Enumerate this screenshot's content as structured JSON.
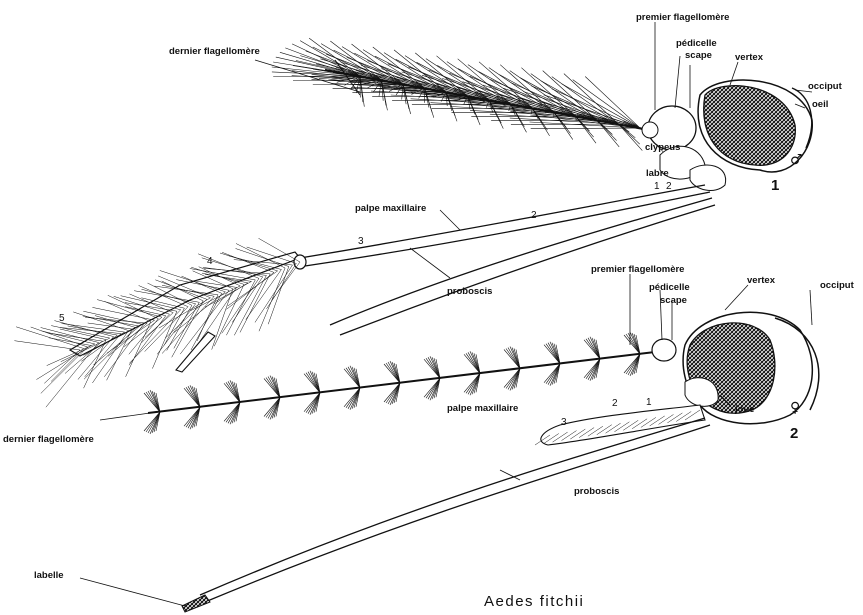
{
  "labels": {
    "dernier_flagellomere_1": "dernier flagellomère",
    "premier_flagellomere_1": "premier flagellomère",
    "pedicelle_1": "pédicelle",
    "scape_1": "scape",
    "vertex_1": "vertex",
    "occiput_1": "occiput",
    "oeil_1": "oeil",
    "clypeus_1": "clypeus",
    "labre_1": "labre",
    "palpe_maxillaire_1": "palpe maxillaire",
    "proboscis_1": "proboscis",
    "premier_flagellomere_2": "premier flagellomère",
    "pedicelle_2": "pédicelle",
    "scape_2": "scape",
    "vertex_2": "vertex",
    "occiput_2": "occiput",
    "joue_2": "joue",
    "palpe_maxillaire_2": "palpe maxillaire",
    "dernier_flagellomere_2": "dernier flagellomère",
    "proboscis_2": "proboscis",
    "labelle_2": "labelle"
  },
  "segments_1": [
    "1",
    "2",
    "2",
    "3",
    "4",
    "5"
  ],
  "segments_2": [
    "1",
    "2",
    "3"
  ],
  "figure_numbers": [
    "1",
    "2"
  ],
  "sex_symbols": [
    "♂",
    "♀"
  ],
  "caption": "Aedes fitchii"
}
